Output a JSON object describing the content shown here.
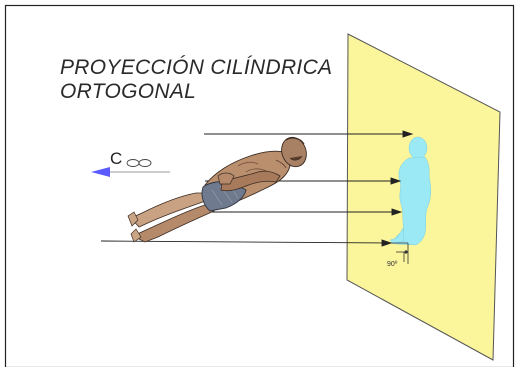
{
  "title": {
    "line1": "PROYECCIÓN CILÍNDRICA",
    "line2": "ORTOGONAL"
  },
  "direction_label": "C",
  "infinity_symbol": "∞",
  "angle_label": "90º",
  "colors": {
    "plane": "#fbf59b",
    "silhouette": "#9be9f4",
    "arrow": "#5a5aff",
    "lines": "#222222",
    "skin": "#b98f6e",
    "shorts": "#6f7a8e"
  },
  "icons": [
    "direction-arrow-icon",
    "infinity-icon",
    "projection-plane",
    "human-figure",
    "silhouette-projection",
    "right-angle-mark"
  ]
}
